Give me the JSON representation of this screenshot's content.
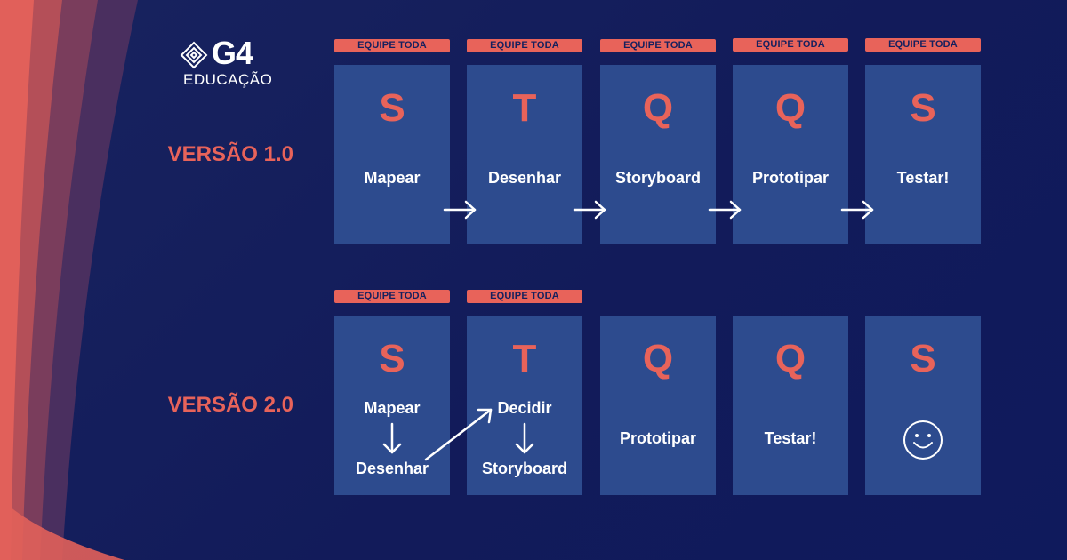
{
  "brand": {
    "name": "G4",
    "sub": "EDUCAÇÃO"
  },
  "colors": {
    "background": "#121b5a",
    "card": "#2d4b8e",
    "accent": "#e8635a",
    "text": "#ffffff",
    "badge_text": "#15205e"
  },
  "versions": [
    {
      "label": "VERSÃO 1.0",
      "days": [
        {
          "badge": "EQUIPE TODA",
          "letter": "S",
          "steps": [
            "Mapear"
          ]
        },
        {
          "badge": "EQUIPE TODA",
          "letter": "T",
          "steps": [
            "Desenhar"
          ]
        },
        {
          "badge": "EQUIPE TODA",
          "letter": "Q",
          "steps": [
            "Storyboard"
          ]
        },
        {
          "badge": "EQUIPE TODA",
          "letter": "Q",
          "steps": [
            "Prototipar"
          ]
        },
        {
          "badge": "EQUIPE TODA",
          "letter": "S",
          "steps": [
            "Testar!"
          ]
        }
      ]
    },
    {
      "label": "VERSÃO 2.0",
      "days": [
        {
          "badge": "EQUIPE TODA",
          "letter": "S",
          "steps": [
            "Mapear",
            "Desenhar"
          ]
        },
        {
          "badge": "EQUIPE TODA",
          "letter": "T",
          "steps": [
            "Decidir",
            "Storyboard"
          ]
        },
        {
          "badge": "",
          "letter": "Q",
          "steps": [
            "Prototipar"
          ]
        },
        {
          "badge": "",
          "letter": "Q",
          "steps": [
            "Testar!"
          ]
        },
        {
          "badge": "",
          "letter": "S",
          "steps": [],
          "icon": "smiley-icon"
        }
      ]
    }
  ]
}
